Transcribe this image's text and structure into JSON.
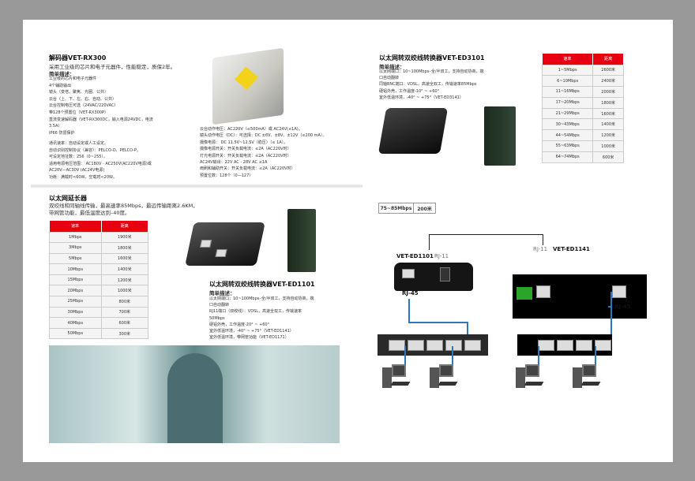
{
  "rx300": {
    "title": "解码器VET-RX300",
    "subtitle": "采用工业级的芯片和电子元器件，性能稳定，质保2年。",
    "desc_label": "简单描述：",
    "lines": [
      "工业级的芯片和电子元器件",
      "4个辅助输出",
      "镜头（变倍、聚焦、光圈、公共）",
      "云台（上、下、左、右、自动、公共）",
      "云台控制电压可选（24VAC/220VAC）",
      "带128个预置位（VET-RX300P）",
      "直流变速解码器（VET-RX300DC，输入电源24VDC，电流",
      "3.5A）",
      "IP66 防雷保护"
    ],
    "lines2": [
      "通讯速率：自动设定或人工设定。",
      "自动识别控制协议（兼容）：PELCO-D、PELCO-P。",
      "可设定地址数：256（0~255）。",
      "适用电源电压范围：      AC180V - AC250V(AC220V电源)或",
      "AC20V—AC30V (AC24V电源)",
      "功耗：满载时<60W，空载时<20W。"
    ],
    "specs": [
      "云台动作电压：AC220V（≤500mA）或 AC24V(≤1A)。",
      "镜头动作电压（DC）：可选择：DC ±6V、±8V、±12V（≤200 mA）。",
      "摄像电源：  DC 11.5V~12.5V（稳压）（≤ 1A）。",
      "摄像电源开关：开关负载电流：≤2A（AC220V时）",
      "灯光电源开关：开关负载电流：≤2A（AC220V时）",
      "AC24V输出：22V AC  - 28V AC ≤1A",
      "雨刷和辅助开关：开关负载电流：≤2A（AC220V时）",
      "预置位数：128个（0—127）"
    ]
  },
  "extender": {
    "title": "以太网延长器",
    "desc": [
      "双绞线和同轴线传输，最高速率85Mbps，最远传输距离2.6KM，",
      "带网管功能，最低温度达到–40度。"
    ],
    "headers": [
      "速率",
      "距离"
    ],
    "rows": [
      [
        "1Mbps",
        "1900米"
      ],
      [
        "3Mbps",
        "1800米"
      ],
      [
        "5Mbps",
        "1600米"
      ],
      [
        "10Mbps",
        "1400米"
      ],
      [
        "15Mbps",
        "1200米"
      ],
      [
        "20Mbps",
        "1000米"
      ],
      [
        "25Mbps",
        "800米"
      ],
      [
        "30Mbps",
        "700米"
      ],
      [
        "40Mbps",
        "600米"
      ],
      [
        "50Mbps",
        "300米"
      ]
    ]
  },
  "ed1101": {
    "title": "以太网转双绞线转换器VET-ED1101",
    "desc_label": "简单描述：",
    "lines": [
      "以太网端口：10~100Mbps–全/半双工，支持自动协商，端",
      "口自动翻转",
      "RJ11端口（双绞线）：VDSL，高速全双工，传输速率",
      "50Mbps",
      "硬铝外壳，工作温度-20° ~ +60°",
      "室外低温环境，-40° ~ +75°（VET-ED1141）",
      "室外低温环境，带网管功能（VET-ED1171）"
    ]
  },
  "ed3101": {
    "title": "以太网转双绞线转换器VET-ED3101",
    "desc_label": "简单描述：",
    "lines": [
      "以太网端口：10~100Mbps–全/半双工，支持自动协商，端",
      "口自动翻转",
      "同轴BNC端口：VDSL，高速全双工，传输速率85Mbps",
      "硬铝外壳，工作温度-10° ~ +60°",
      "室外低温环境，-40° ~ +75°（VET-ED3141）"
    ],
    "headers": [
      "速率",
      "距离"
    ],
    "rows": [
      [
        "1~5Mbps",
        "2600米"
      ],
      [
        "6~10Mbps",
        "2400米"
      ],
      [
        "11~16Mbps",
        "2000米"
      ],
      [
        "17~20Mbps",
        "1800米"
      ],
      [
        "21~29Mbps",
        "1600米"
      ],
      [
        "30~43Mbps",
        "1400米"
      ],
      [
        "44~54Mbps",
        "1200米"
      ],
      [
        "55~63Mbps",
        "1000米"
      ],
      [
        "64~74Mbps",
        "600米"
      ]
    ],
    "extra_row": [
      "75~85Mbps",
      "200米"
    ]
  },
  "diagram": {
    "left_device": "VET-ED1101",
    "right_device": "VET-ED1141",
    "rj11": "RJ-11",
    "rj45": "RJ-45"
  }
}
